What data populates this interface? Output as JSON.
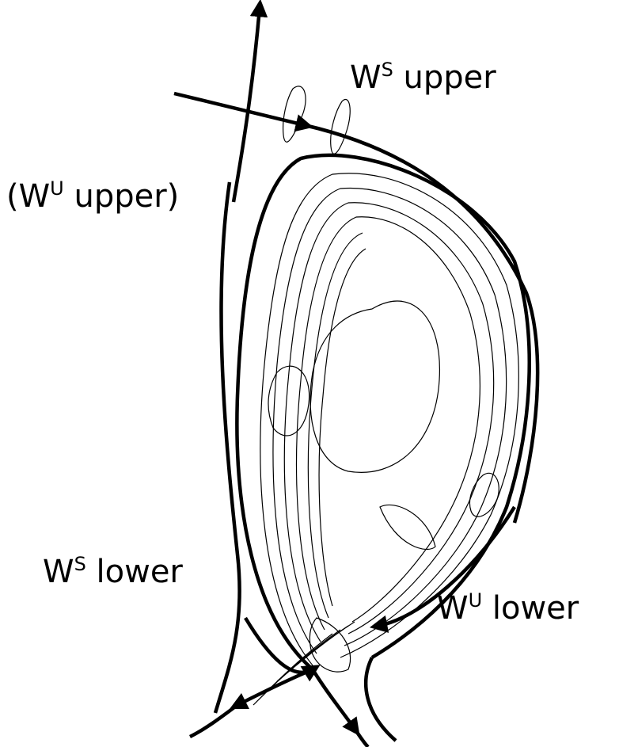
{
  "labels": {
    "ws_upper": {
      "base": "W",
      "sup": "S",
      "rest": " upper"
    },
    "wu_upper": {
      "open": "(",
      "base": "W",
      "sup": "U",
      "rest": " upper)"
    },
    "ws_lower": {
      "base": "W",
      "sup": "S",
      "rest": " lower"
    },
    "wu_lower": {
      "base": "W",
      "sup": "U",
      "rest": " lower"
    }
  },
  "colors": {
    "ink": "#000000",
    "background": "#ffffff"
  }
}
